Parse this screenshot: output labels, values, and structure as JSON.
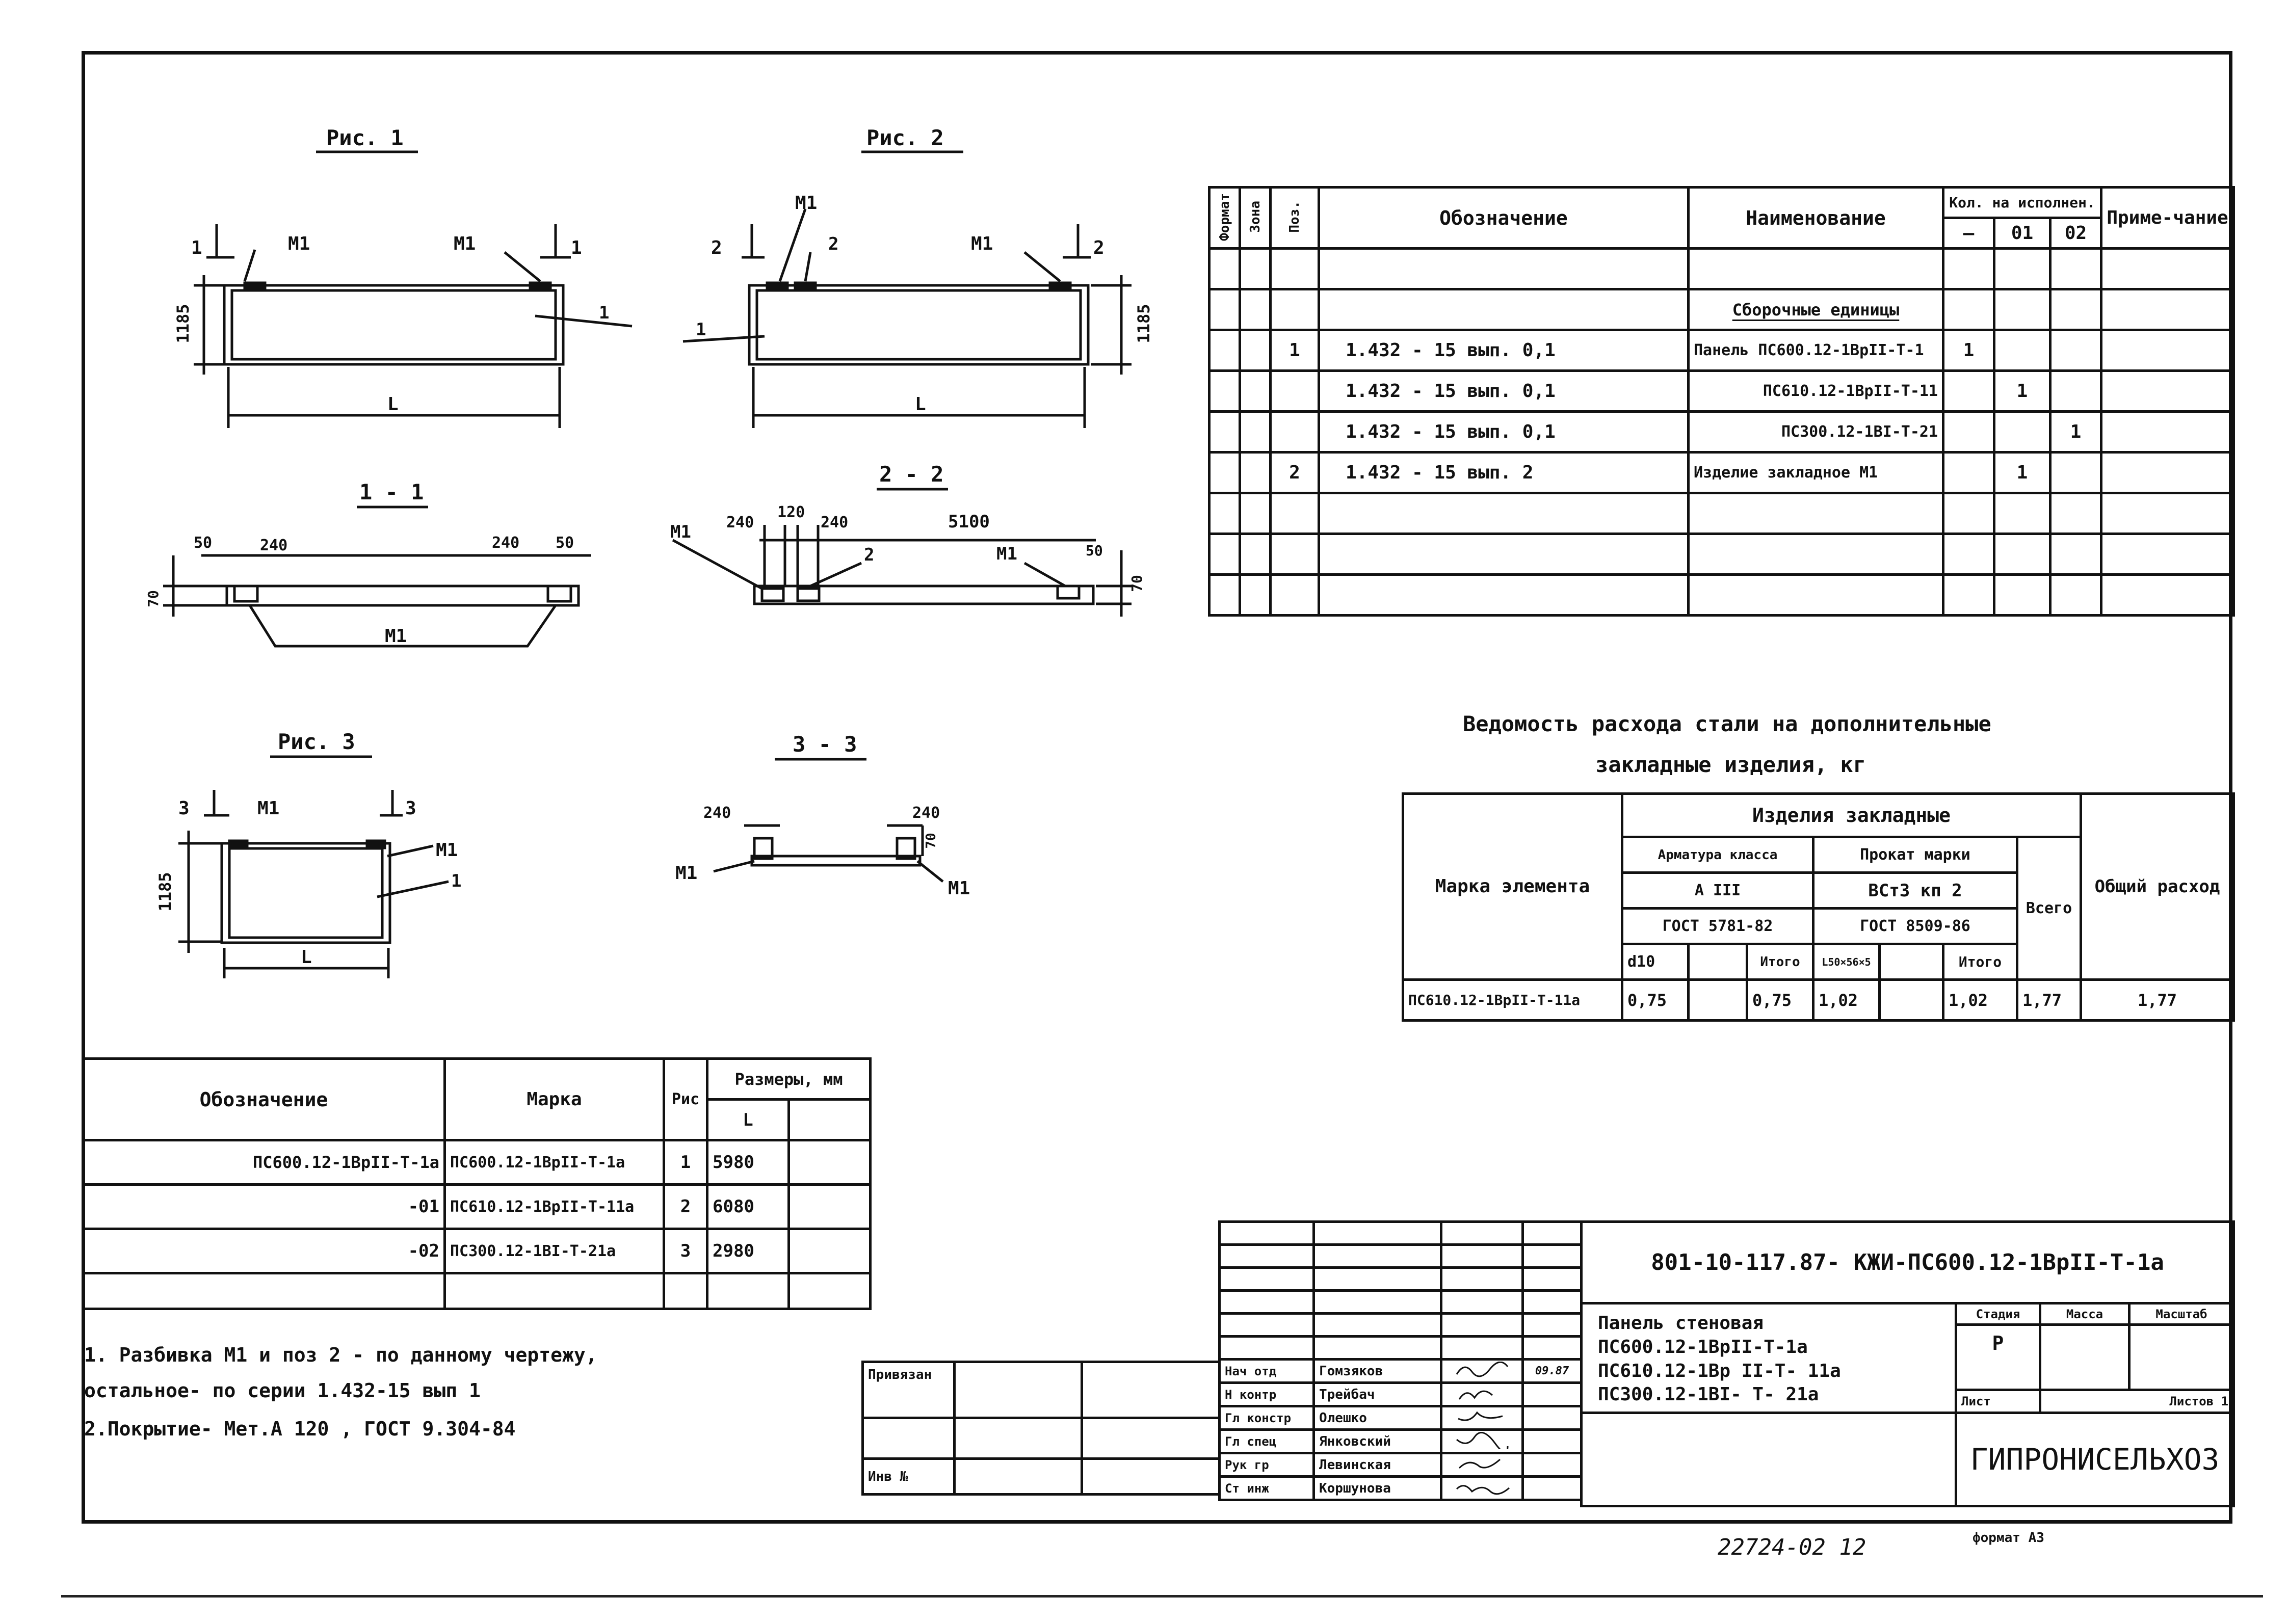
{
  "figures": {
    "fig1": {
      "caption": "Рис. 1",
      "cut_mark": "1",
      "label_m1": "М1",
      "label_pos1": "1",
      "height": "1185",
      "length": "L"
    },
    "fig2": {
      "caption": "Рис. 2",
      "cut_mark": "2",
      "label_m1": "М1",
      "label_pos2": "2",
      "label_pos1": "1",
      "height": "1185",
      "length": "L"
    },
    "fig3": {
      "caption": "Рис. 3",
      "cut_mark": "3",
      "label_m1": "М1",
      "label_pos1": "1",
      "height": "1185",
      "length": "L"
    },
    "sec11": {
      "caption": "1 - 1",
      "d50": "50",
      "d240": "240",
      "d70": "70",
      "label_m1": "М1"
    },
    "sec22": {
      "caption": "2 - 2",
      "d240": "240",
      "d120": "120",
      "d5100": "5100",
      "d50": "50",
      "d70": "70",
      "label_m1": "М1",
      "label_pos2": "2"
    },
    "sec33": {
      "caption": "3 - 3",
      "d240": "240",
      "d70": "70",
      "label_m1": "М1"
    }
  },
  "spec": {
    "head": {
      "format": "Формат",
      "zone": "Зона",
      "pos": "Поз.",
      "designation": "Обозначение",
      "name": "Наименование",
      "qty": "Кол. на исполнен.",
      "dash": "—",
      "v01": "01",
      "v02": "02",
      "note": "Приме-чание"
    },
    "section": "Сборочные единицы",
    "rows": [
      {
        "pos": "1",
        "designation": "1.432 - 15   вып. 0,1",
        "name": "Панель ПС600.12-1ВрII-Т-1",
        "q0": "1",
        "q1": "",
        "q2": ""
      },
      {
        "pos": "",
        "designation": "1.432 - 15   вып. 0,1",
        "name": "ПС610.12-1ВрII-Т-11",
        "q0": "",
        "q1": "1",
        "q2": ""
      },
      {
        "pos": "",
        "designation": "1.432 - 15   вып. 0,1",
        "name": "ПС300.12-1ВI-Т-21",
        "q0": "",
        "q1": "",
        "q2": "1"
      },
      {
        "pos": "2",
        "designation": "1.432 - 15   вып. 2",
        "name": "Изделие закладное М1",
        "q0": "",
        "q1": "1",
        "q2": ""
      }
    ]
  },
  "steel": {
    "title1": "Ведомость расхода стали на дополнительные",
    "title2": "закладные изделия, кг",
    "h_mark": "Марка элемента",
    "h_items": "Изделия закладные",
    "h_arm": "Арматура класса",
    "h_prokat": "Прокат марки",
    "h_a3": "А III",
    "h_vst": "ВСт3 кп 2",
    "h_gost1": "ГОСТ 5781-82",
    "h_gost2": "ГОСТ 8509-86",
    "h_total": "Всего",
    "h_general": "Общий расход",
    "h_d10": "d10",
    "h_itogo1": "Итого",
    "h_angle": "L50×56×5",
    "h_itogo2": "Итого",
    "row": {
      "mark": "ПС610.12-1ВрII-Т-11а",
      "d10": "0,75",
      "itogo1": "0,75",
      "angle": "1,02",
      "itogo2": "1,02",
      "total": "1,77",
      "general": "1,77"
    }
  },
  "sizes": {
    "h_designation": "Обозначение",
    "h_mark": "Марка",
    "h_fig": "Рис",
    "h_sizes": "Размеры, мм",
    "h_L": "L",
    "rows": [
      {
        "designation": "ПС600.12-1ВрII-Т-1а",
        "mark": "ПС600.12-1ВрII-Т-1а",
        "fig": "1",
        "L": "5980"
      },
      {
        "designation": "-01",
        "mark": "ПС610.12-1ВрII-Т-11а",
        "fig": "2",
        "L": "6080"
      },
      {
        "designation": "-02",
        "mark": "ПС300.12-1ВI-Т-21а",
        "fig": "3",
        "L": "2980"
      }
    ]
  },
  "notes": {
    "n1a": "1. Разбивка М1 и поз 2 - по данному чертежу,",
    "n1b": "остальное- по серии  1.432-15  вып 1",
    "n2": "2.Покрытие- Мет.А 120 ,   ГОСТ 9.304-84"
  },
  "stamp": {
    "code": "801-10-117.87- КЖИ-ПС600.12-1ВрII-Т-1а",
    "title1": "Панель стеновая",
    "title2": "ПС600.12-1ВрII-Т-1а",
    "title3": "ПС610.12-1Вр II-Т- 11а",
    "title4": "ПС300.12-1ВI- Т- 21а",
    "stage_h": "Стадия",
    "mass_h": "Масса",
    "scale_h": "Масштаб",
    "stage": "Р",
    "sheet": "Лист",
    "sheets": "Листов 1",
    "org": "ГИПРОНИСЕЛЬХОЗ",
    "privyazan": "Привязан",
    "inv": "Инв №",
    "people": [
      {
        "role": "Нач отд",
        "name": "Гомзяков",
        "date": "09.87"
      },
      {
        "role": "Н контр",
        "name": "Трейбач",
        "date": ""
      },
      {
        "role": "Гл констр",
        "name": "Олешко",
        "date": ""
      },
      {
        "role": "Гл спец",
        "name": "Янковский",
        "date": ""
      },
      {
        "role": "Рук гр",
        "name": "Левинская",
        "date": ""
      },
      {
        "role": "Ст инж",
        "name": "Коршунова",
        "date": ""
      }
    ]
  },
  "footer": {
    "number": "22724-02  12",
    "format": "формат А3"
  }
}
